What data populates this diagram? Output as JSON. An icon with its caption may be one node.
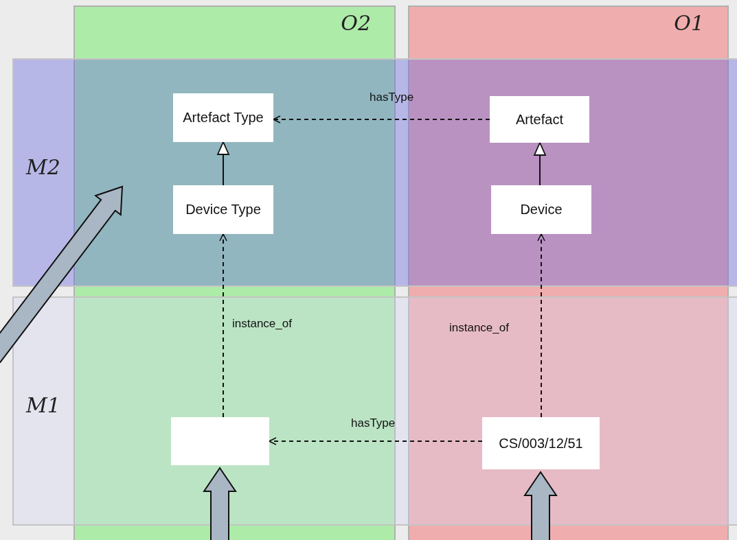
{
  "diagram": {
    "nodes": [
      {
        "text": [
          "Artefact Type"
        ]
      },
      {
        "text": [
          "Artefact"
        ]
      },
      {
        "text": [
          "Device Type"
        ]
      },
      {
        "text": [
          "Device"
        ]
      },
      {
        "text": [],
        "shape": "box"
      },
      {
        "text": [
          "CS/003/12/51"
        ]
      }
    ],
    "edges": [
      {
        "from": 1,
        "to": 0,
        "arrow": "to",
        "style": "dashed",
        "label": "hasType"
      },
      {
        "from": 2,
        "to": 0,
        "arrow": "to"
      },
      {
        "from": 3,
        "to": 1,
        "arrow": "to"
      },
      {
        "from": 4,
        "to": 2,
        "arrow": "to",
        "style": "dashed",
        "label": "instance_of"
      },
      {
        "from": 5,
        "to": 3,
        "arrow": "to",
        "style": "dashed",
        "label": "instance_of"
      },
      {
        "from": 5,
        "to": 4,
        "arrow": "to",
        "style": "dashed",
        "label": "hasType"
      },
      {
        "from": null,
        "to": 4,
        "arrow": "to",
        "style": "thick"
      },
      {
        "from": null,
        "to": 5,
        "arrow": "to",
        "style": "thick"
      }
    ],
    "labels": [
      "O2",
      "O1",
      "M2",
      "M1"
    ]
  }
}
